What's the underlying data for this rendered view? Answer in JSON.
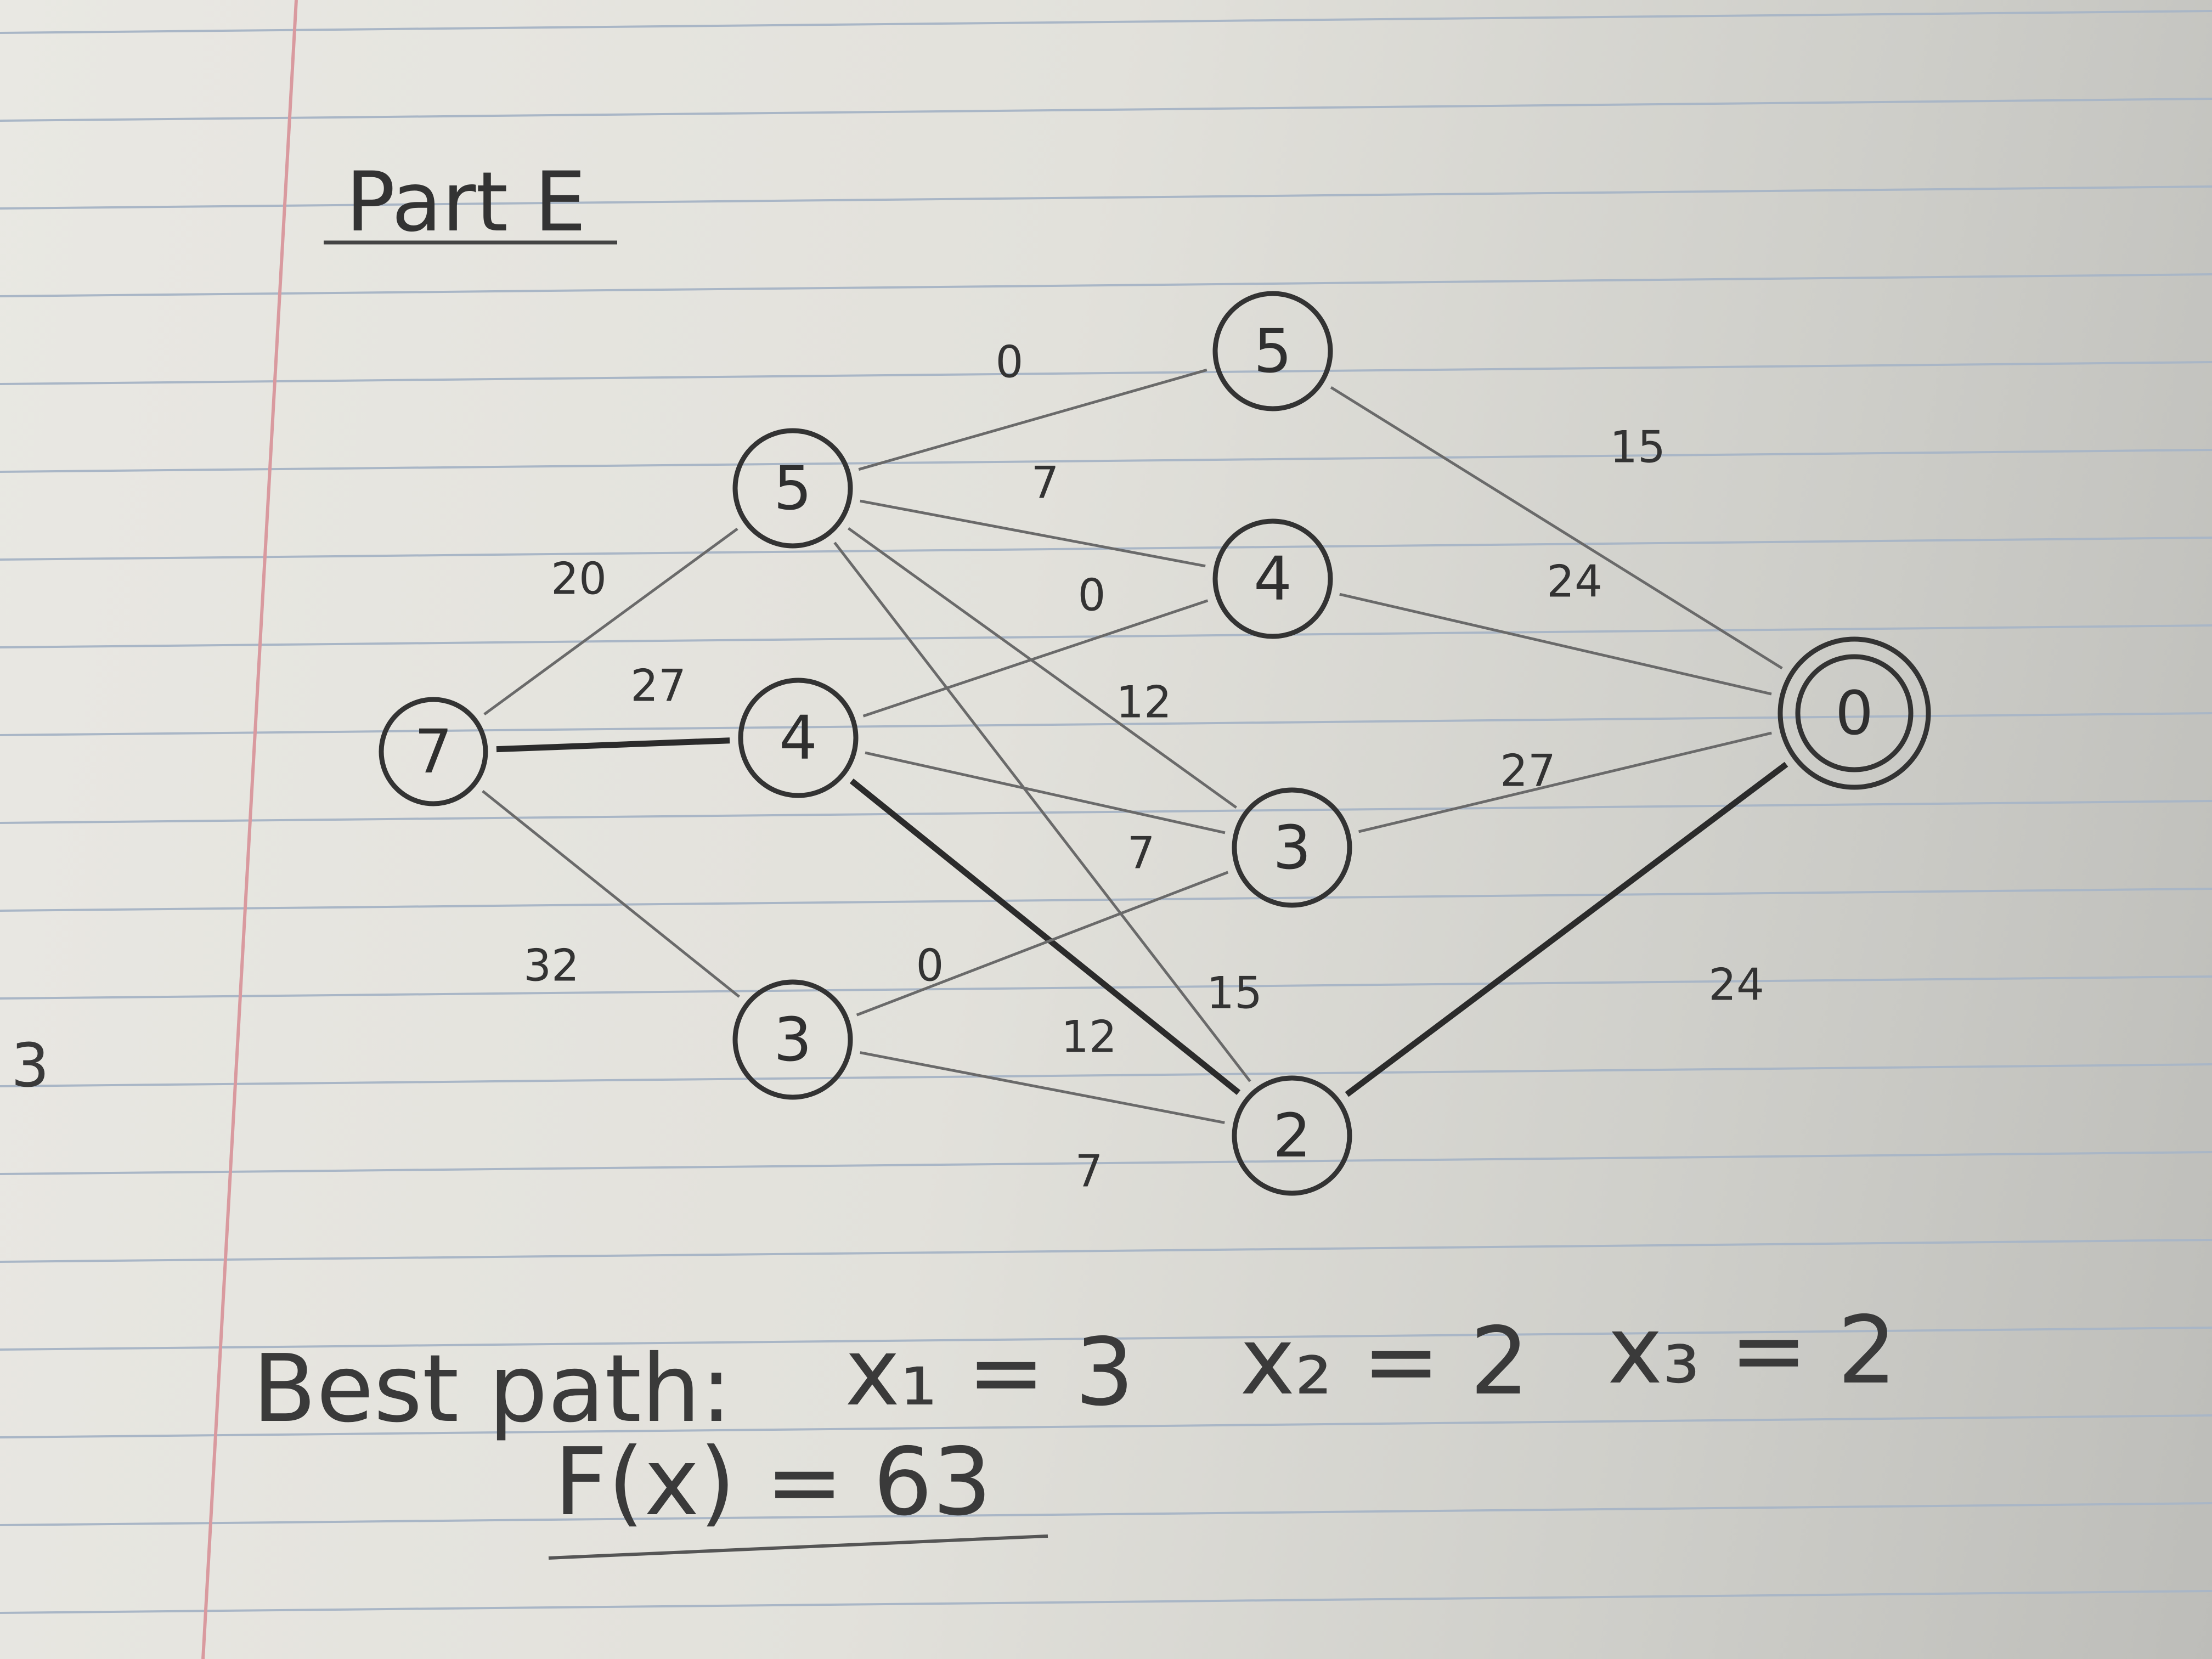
{
  "heading": "Part E",
  "margin_note": "3",
  "nodes": [
    {
      "id": "s",
      "label": "7"
    },
    {
      "id": "a1",
      "label": "5"
    },
    {
      "id": "a2",
      "label": "4"
    },
    {
      "id": "a3",
      "label": "3"
    },
    {
      "id": "b1",
      "label": "5"
    },
    {
      "id": "b2",
      "label": "4"
    },
    {
      "id": "b3",
      "label": "3"
    },
    {
      "id": "b4",
      "label": "2"
    },
    {
      "id": "t",
      "label": "0"
    }
  ],
  "edges": [
    {
      "from": "s",
      "to": "a1",
      "label": "20",
      "best": false
    },
    {
      "from": "s",
      "to": "a2",
      "label": "27",
      "best": true
    },
    {
      "from": "s",
      "to": "a3",
      "label": "32",
      "best": false
    },
    {
      "from": "a1",
      "to": "b1",
      "label": "0",
      "best": false
    },
    {
      "from": "a1",
      "to": "b2",
      "label": "7",
      "best": false
    },
    {
      "from": "a1",
      "to": "b3",
      "label": "12",
      "best": false
    },
    {
      "from": "a1",
      "to": "b4",
      "label": "15",
      "best": false
    },
    {
      "from": "a2",
      "to": "b2",
      "label": "0",
      "best": false
    },
    {
      "from": "a2",
      "to": "b3",
      "label": "7",
      "best": false
    },
    {
      "from": "a2",
      "to": "b4",
      "label": "12",
      "best": true
    },
    {
      "from": "a3",
      "to": "b3",
      "label": "0",
      "best": false
    },
    {
      "from": "a3",
      "to": "b4",
      "label": "7",
      "best": false
    },
    {
      "from": "b1",
      "to": "t",
      "label": "15",
      "best": false
    },
    {
      "from": "b2",
      "to": "t",
      "label": "24",
      "best": false
    },
    {
      "from": "b3",
      "to": "t",
      "label": "27",
      "best": false
    },
    {
      "from": "b4",
      "to": "t",
      "label": "24",
      "best": true
    }
  ],
  "footer": {
    "best_path_text": "Best path:",
    "x1_text": "x₁ = 3",
    "x2_text": "x₂ = 2",
    "x3_text": "x₃ = 2",
    "objective_text": "F(x) = 63"
  }
}
